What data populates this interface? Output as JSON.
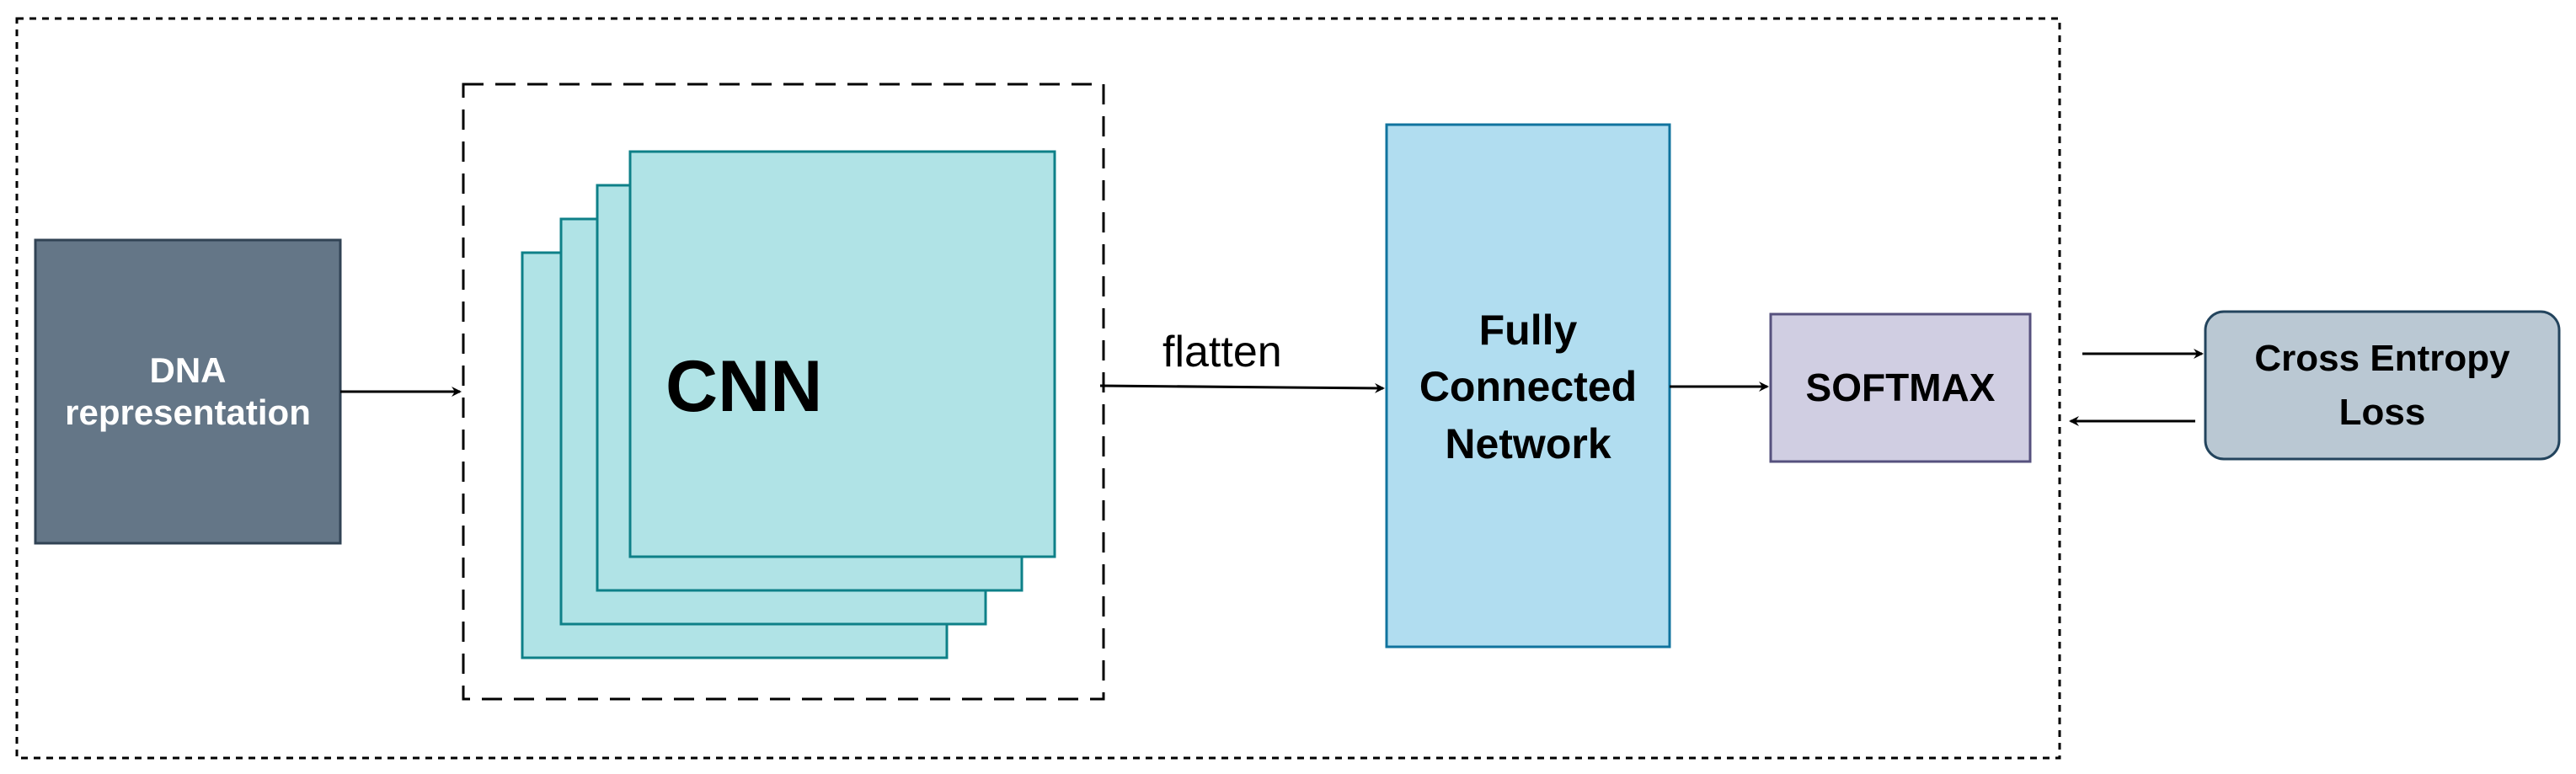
{
  "nodes": {
    "dna": {
      "label": "DNA\nrepresentation",
      "fill": "#647687",
      "stroke": "#314354",
      "text_color": "#ffffff"
    },
    "cnn": {
      "label": "CNN",
      "fill": "#b0e3e6",
      "stroke": "#0e8088",
      "text_color": "#000000"
    },
    "fc": {
      "label": "Fully\nConnected\nNetwork",
      "fill": "#b1ddf0",
      "stroke": "#10739e",
      "text_color": "#000000"
    },
    "softmax": {
      "label": "SOFTMAX",
      "fill": "#d0cee2",
      "stroke": "#56517e",
      "text_color": "#000000"
    },
    "loss": {
      "label": "Cross Entropy\nLoss",
      "fill": "#bac8d3",
      "stroke": "#23445d",
      "text_color": "#000000"
    }
  },
  "edges": {
    "flatten": {
      "label": "flatten"
    }
  },
  "colors": {
    "line": "#000000",
    "dashed_border": "#000000"
  }
}
